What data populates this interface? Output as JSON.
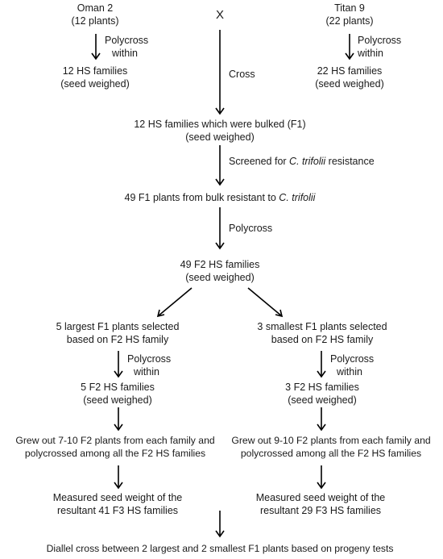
{
  "nodes": {
    "oman": {
      "line1": "Oman 2",
      "line2": "(12 plants)"
    },
    "cross_x": "X",
    "titan": {
      "line1": "Titan 9",
      "line2": "(22 plants)"
    },
    "polycross_left": {
      "line1": "Polycross",
      "line2": "within"
    },
    "polycross_right": {
      "line1": "Polycross",
      "line2": "within"
    },
    "hs12": {
      "line1": "12 HS families",
      "line2": "(seed weighed)"
    },
    "hs22": {
      "line1": "22 HS families",
      "line2": "(seed weighed)"
    },
    "cross_label": "Cross",
    "bulked": {
      "line1": "12 HS families which were bulked (F1)",
      "line2": "(seed weighed)"
    },
    "screened": {
      "prefix": "Screened for ",
      "italic": "C. trifolii",
      "suffix": " resistance"
    },
    "resistant": {
      "prefix": "49 F1 plants from bulk resistant to ",
      "italic": "C. trifolii"
    },
    "polycross_mid": "Polycross",
    "f2_49": {
      "line1": "49 F2 HS families",
      "line2": "(seed weighed)"
    },
    "largest": {
      "line1": "5 largest F1 plants selected",
      "line2": "based on F2 HS family"
    },
    "smallest": {
      "line1": "3 smallest F1 plants selected",
      "line2": "based on F2 HS family"
    },
    "polycross_l2": {
      "line1": "Polycross",
      "line2": "within"
    },
    "polycross_r2": {
      "line1": "Polycross",
      "line2": "within"
    },
    "f2_5": {
      "line1": "5 F2 HS families",
      "line2": "(seed weighed)"
    },
    "f2_3": {
      "line1": "3 F2 HS families",
      "line2": "(seed weighed)"
    },
    "grew_left": {
      "line1": "Grew out 7-10 F2 plants from each family and",
      "line2": "polycrossed among all the F2 HS families"
    },
    "grew_right": {
      "line1": "Grew out 9-10 F2 plants from each family and",
      "line2": "polycrossed among all the F2 HS families"
    },
    "measured_left": {
      "line1": "Measured seed weight of the",
      "line2": "resultant 41 F3 HS families"
    },
    "measured_right": {
      "line1": "Measured seed weight of the",
      "line2": "resultant 29 F3 HS families"
    },
    "diallel": "Diallel cross between 2 largest and 2 smallest F1 plants based on progeny tests"
  }
}
